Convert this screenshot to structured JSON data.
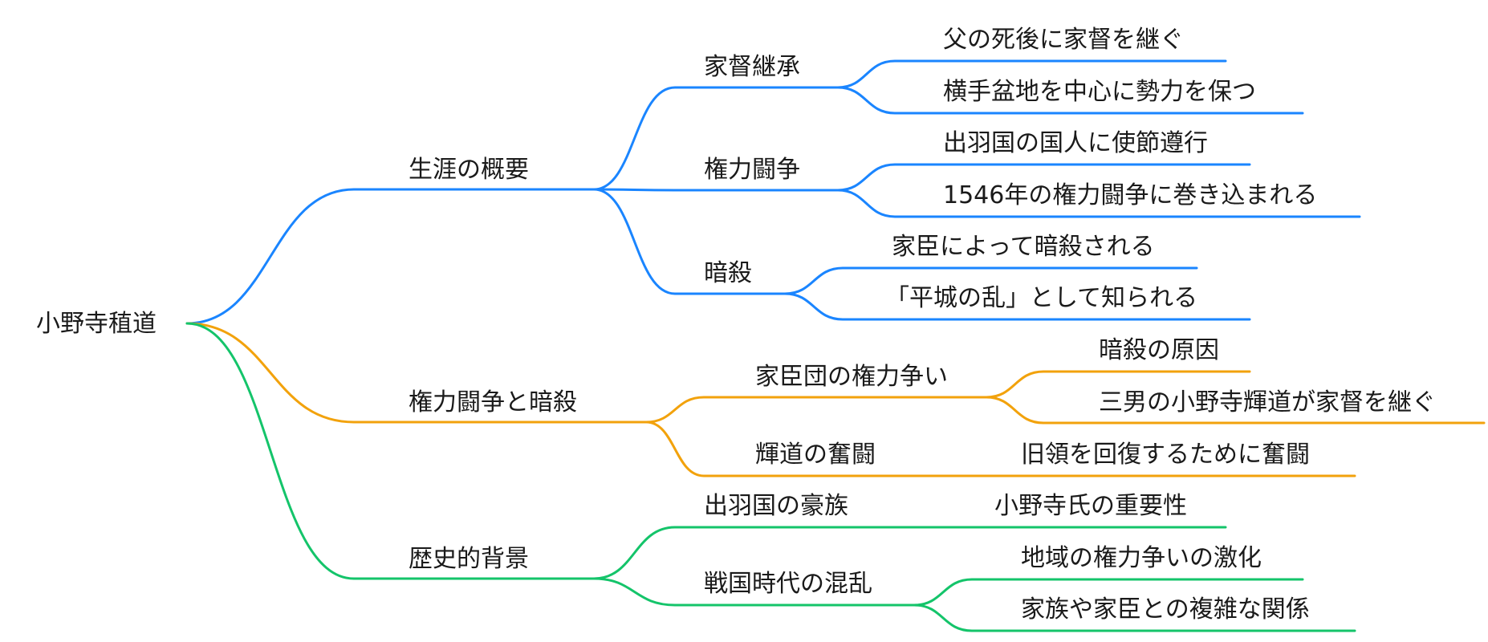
{
  "colors": {
    "branch_1": "#1a85ff",
    "branch_2": "#f2a20c",
    "branch_3": "#14c46a",
    "text": "#1a1a1a"
  },
  "root": {
    "label": "小野寺稙道"
  },
  "branches": [
    {
      "label": "生涯の概要",
      "children": [
        {
          "label": "家督継承",
          "children": [
            {
              "label": "父の死後に家督を継ぐ"
            },
            {
              "label": "横手盆地を中心に勢力を保つ"
            }
          ]
        },
        {
          "label": "権力闘争",
          "children": [
            {
              "label": "出羽国の国人に使節遵行"
            },
            {
              "label": "1546年の権力闘争に巻き込まれる"
            }
          ]
        },
        {
          "label": "暗殺",
          "children": [
            {
              "label": "家臣によって暗殺される"
            },
            {
              "label": "「平城の乱」として知られる"
            }
          ]
        }
      ]
    },
    {
      "label": "権力闘争と暗殺",
      "children": [
        {
          "label": "家臣団の権力争い",
          "children": [
            {
              "label": "暗殺の原因"
            },
            {
              "label": "三男の小野寺輝道が家督を継ぐ"
            }
          ]
        },
        {
          "label": "輝道の奮闘",
          "children": [
            {
              "label": "旧領を回復するために奮闘"
            }
          ]
        }
      ]
    },
    {
      "label": "歴史的背景",
      "children": [
        {
          "label": "出羽国の豪族",
          "children": [
            {
              "label": "小野寺氏の重要性"
            }
          ]
        },
        {
          "label": "戦国時代の混乱",
          "children": [
            {
              "label": "地域の権力争いの激化"
            },
            {
              "label": "家族や家臣との複雑な関係"
            }
          ]
        }
      ]
    }
  ]
}
